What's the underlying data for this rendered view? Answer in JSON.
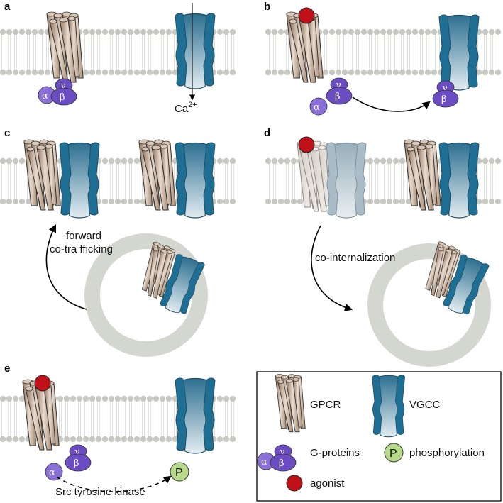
{
  "panels": {
    "a": {
      "label": "a",
      "ion": "Ca",
      "ion_sup": "2+"
    },
    "b": {
      "label": "b"
    },
    "c": {
      "label": "c",
      "note_line1": "forward",
      "note_line2": "co-tra fficking"
    },
    "d": {
      "label": "d",
      "note": "co-internalization"
    },
    "e": {
      "label": "e",
      "note": "Src tyrosine kinase"
    }
  },
  "subunits": {
    "alpha": "α",
    "beta": "β",
    "gamma": "γ",
    "phospho": "P"
  },
  "legend": {
    "gpcr": "GPCR",
    "vgcc": "VGCC",
    "gproteins": "G-proteins",
    "phosphorylation": "phosphorylation",
    "agonist": "agonist"
  },
  "colors": {
    "gpcr": "#a98a70",
    "gpcr_faded": "#ddd6d0",
    "vgcc": "#1f6f95",
    "vgcc_faded": "#aabcc6",
    "gprotein": "#6c4cc3",
    "alpha": "#8a6fd8",
    "agonist": "#c01018",
    "phospho": "#b6d98a",
    "membrane": "#c9c9c4",
    "vesicle": "#d4d6d0"
  }
}
